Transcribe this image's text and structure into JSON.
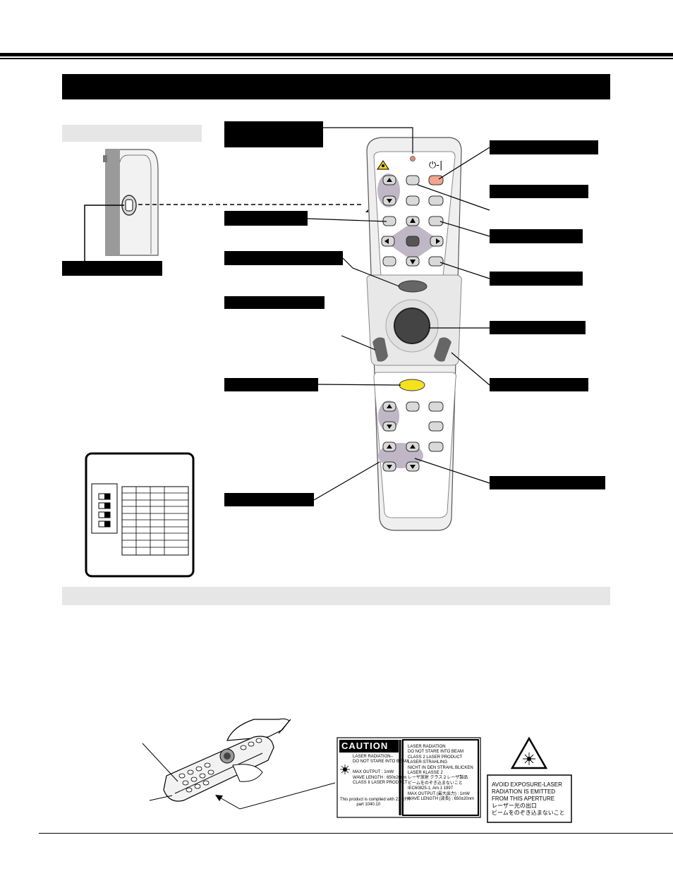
{
  "remote": {
    "power_symbol": "⏻-|"
  },
  "caution_label": {
    "heading": "CAUTION",
    "left_text": "LASER RADIATION–\nDO NOT STARE INTO BEAM\n\nMAX OUTPUT : 1mW\nWAVE LENGTH : 650±20nm\nCLASS II LASER PRODUCT",
    "compliance": "This product is complied with 21 CFR\n              part 1040.10",
    "right_text": "LASER RADIATION\nDO NOT STARE INTO BEAM\nCLASS 2 LASER PRODUCT\nLASER-STRAHLING\nNICHT IN DEN STRAHL BLICKEN\nLASER KLASSE 2\nレーザ放射 クラス２レーザ製品\nビームをのぞき込まないこと\nIEC60825-1, Am.1 1997\nMAX OUTPUT (最大出力) : 1mW\nWAVE LENGTH (波長) : 650±20nm"
  },
  "aperture_label": {
    "text": "AVOID EXPOSURE-LASER\nRADIATION IS EMITTED\nFROM THIS APERTURE\nレーザー光の出口\nビームをのぞき込まないこと"
  },
  "colors": {
    "power_button": "#f2a48c",
    "wireless_mouse_button": "#f5e11e",
    "accent_grey": "#bfb7c5"
  }
}
